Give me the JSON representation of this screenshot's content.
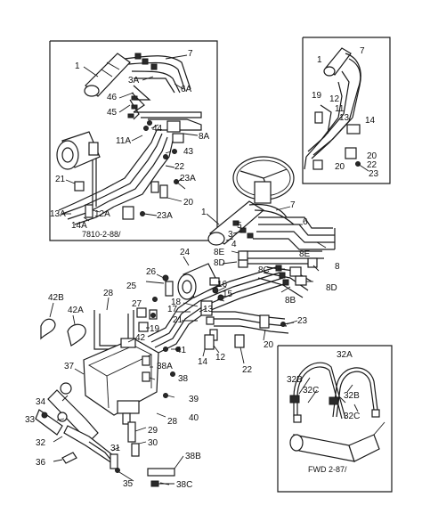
{
  "diagram": {
    "captions": {
      "upper_left": "7810-2-88/",
      "lower_right": "FWD 2-87/"
    },
    "callouts": {
      "ul_1": "1",
      "ul_7": "7",
      "ul_3a": "3A",
      "ul_6a": "6A",
      "ul_46": "46",
      "ul_45": "45",
      "ul_44": "44",
      "ul_8a": "8A",
      "ul_11a": "11A",
      "ul_43": "43",
      "ul_21": "21",
      "ul_22": "22",
      "ul_23a_top": "23A",
      "ul_20": "20",
      "ul_13a": "13A",
      "ul_12a": "12A",
      "ul_14a": "14A",
      "ul_23a_bottom": "23A",
      "ur_1": "1",
      "ur_7": "7",
      "ur_19": "19",
      "ur_12": "12",
      "ur_11": "11",
      "ur_13": "13",
      "ur_14": "14",
      "ur_20a": "20",
      "ur_20b": "20",
      "ur_22": "22",
      "ur_23": "23",
      "m_1": "1",
      "m_7": "7",
      "m_6": "6",
      "m_5": "5",
      "m_3": "3",
      "m_4": "4",
      "m_8e_left": "8E",
      "m_8d_left": "8D",
      "m_8e_right": "8E",
      "m_8c": "8C",
      "m_8": "8",
      "m_8d_right": "8D",
      "m_8b": "8B",
      "m_24": "24",
      "m_26": "26",
      "m_25": "25",
      "m_16": "16",
      "m_15": "15",
      "m_18": "18",
      "m_17": "17",
      "m_21": "21",
      "m_23": "23",
      "m_20": "20",
      "m_22": "22",
      "m_12": "12",
      "m_14": "14",
      "m_13": "13",
      "l_42b": "42B",
      "l_42a": "42A",
      "l_28_top": "28",
      "l_27": "27",
      "l_19": "19",
      "l_42": "42",
      "l_41": "41",
      "l_37": "37",
      "l_38a": "38A",
      "l_38": "38",
      "l_39": "39",
      "l_34": "34",
      "l_33": "33",
      "l_40": "40",
      "l_28_bottom": "28",
      "l_32": "32",
      "l_29": "29",
      "l_30": "30",
      "l_31": "31",
      "l_36": "36",
      "l_38b": "38B",
      "l_35": "35",
      "l_38c": "38C",
      "fwd_32a": "32A",
      "fwd_32b": "32B",
      "fwd_32c_left": "32C",
      "fwd_32b_right": "32B",
      "fwd_32c_right": "32C"
    }
  }
}
